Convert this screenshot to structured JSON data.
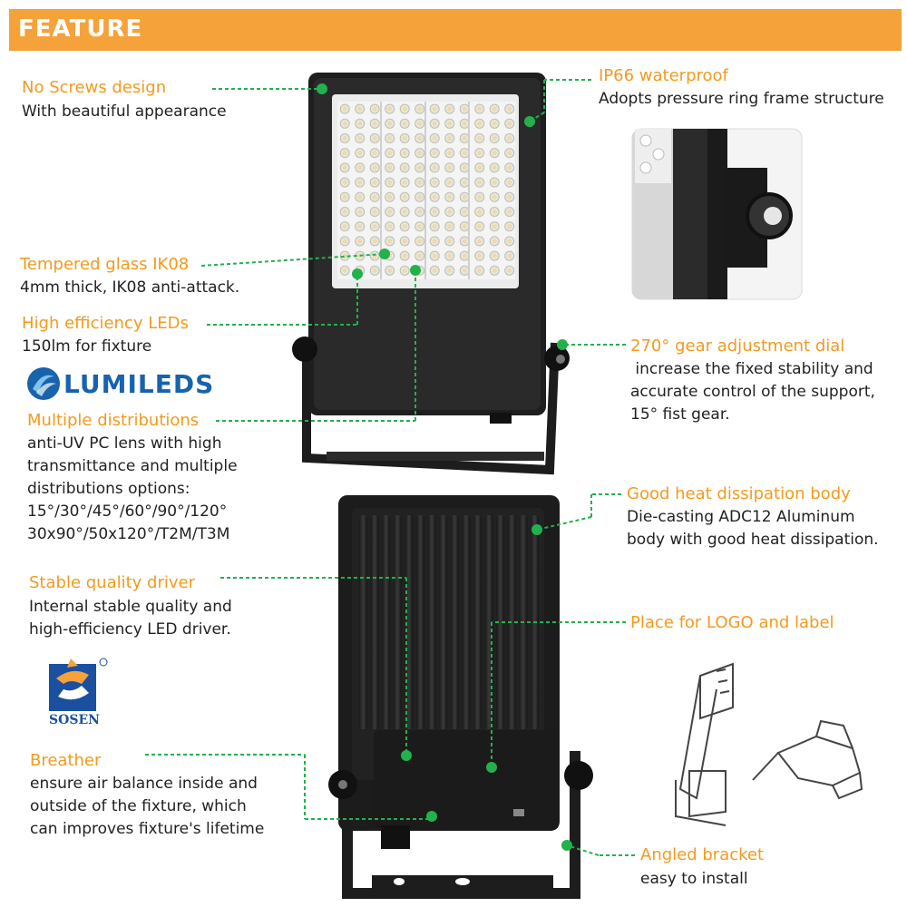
{
  "banner": {
    "title": "FEATURE"
  },
  "colors": {
    "accent": "#f5a23a",
    "title_text": "#f39a1e",
    "leader": "#22b14c",
    "lumileds_blue": "#1763ad",
    "sosen_blue": "#1b4fa0"
  },
  "features": {
    "no_screws": {
      "title": "No Screws design",
      "desc": [
        "With beautiful appearance"
      ]
    },
    "tempered_glass": {
      "title": "Tempered glass IK08",
      "desc": [
        "4mm thick, IK08 anti-attack."
      ]
    },
    "high_eff_leds": {
      "title": "High efficiency LEDs",
      "desc": [
        "150lm for fixture"
      ]
    },
    "multiple_dist": {
      "title": "Multiple distributions",
      "desc": [
        "anti-UV PC lens with high",
        "transmittance and multiple",
        "distributions options:",
        "15°/30°/45°/60°/90°/120°",
        "30x90°/50x120°/T2M/T3M"
      ]
    },
    "stable_driver": {
      "title": "Stable quality driver",
      "desc": [
        "Internal stable quality and",
        "high-efficiency LED driver."
      ]
    },
    "breather": {
      "title": "Breather",
      "desc": [
        "ensure air balance inside and",
        "outside of the fixture, which",
        "can improves fixture's lifetime"
      ]
    },
    "ip66": {
      "title": "IP66 waterproof",
      "desc": [
        "Adopts pressure ring frame structure"
      ]
    },
    "gear_dial": {
      "title": "270° gear adjustment dial",
      "desc": [
        " increase the fixed stability and",
        "accurate control of the support,",
        "15° fist gear."
      ]
    },
    "heat_body": {
      "title": "Good heat dissipation body",
      "desc": [
        "Die-casting ADC12 Aluminum",
        "body with good heat dissipation."
      ]
    },
    "logo_label": {
      "title": "Place for LOGO and label",
      "desc": []
    },
    "angled_bracket": {
      "title": "Angled bracket",
      "desc": [
        "easy to install"
      ]
    }
  },
  "logos": {
    "lumileds": "LUMILEDS",
    "sosen": "SOSEN"
  },
  "icons": [
    "lumileds-swirl-icon",
    "sosen-emblem-icon",
    "registered-mark-icon",
    "screwdriver-illustration-icon"
  ]
}
